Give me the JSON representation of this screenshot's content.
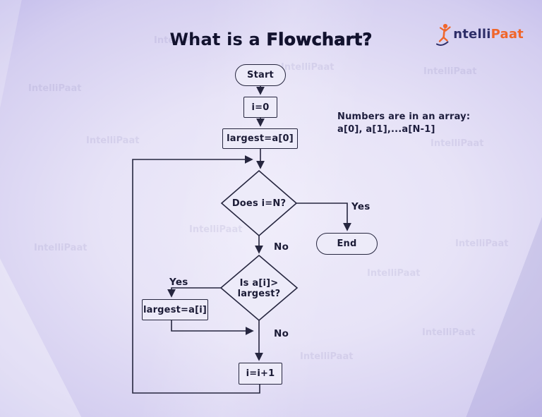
{
  "page": {
    "title_part1": "What is a ",
    "title_part2": "Flowchart?"
  },
  "logo": {
    "icon": "jumping-person-icon",
    "text_navy": "ntelli",
    "text_orange": "Paat",
    "navy_color": "#2e2e68",
    "orange_color": "#f0662b"
  },
  "watermark": {
    "label": "IntelliPaat"
  },
  "note": {
    "line1": "Numbers are in an array:",
    "line2": "a[0], a[1],...a[N-1]"
  },
  "flowchart": {
    "nodes": {
      "start": {
        "shape": "terminator",
        "label": "Start"
      },
      "init": {
        "shape": "process",
        "label": "i=0"
      },
      "largest0": {
        "shape": "process",
        "label": "largest=a[0]"
      },
      "check_end": {
        "shape": "decision",
        "label": "Does i=N?"
      },
      "end": {
        "shape": "terminator",
        "label": "End"
      },
      "check_largest": {
        "shape": "decision",
        "label_line1": "Is a[i]>",
        "label_line2": "largest?"
      },
      "largest_i": {
        "shape": "process",
        "label": "largest=a[i]"
      },
      "increment": {
        "shape": "process",
        "label": "i=i+1"
      }
    },
    "branch_labels": {
      "yes_to_end": "Yes",
      "no_continue": "No",
      "yes_update": "Yes",
      "no_skip": "No"
    },
    "colors": {
      "line": "#26263f",
      "node_fill": "#edebf9",
      "node_border": "#26263f",
      "text": "#1b1b36"
    }
  }
}
